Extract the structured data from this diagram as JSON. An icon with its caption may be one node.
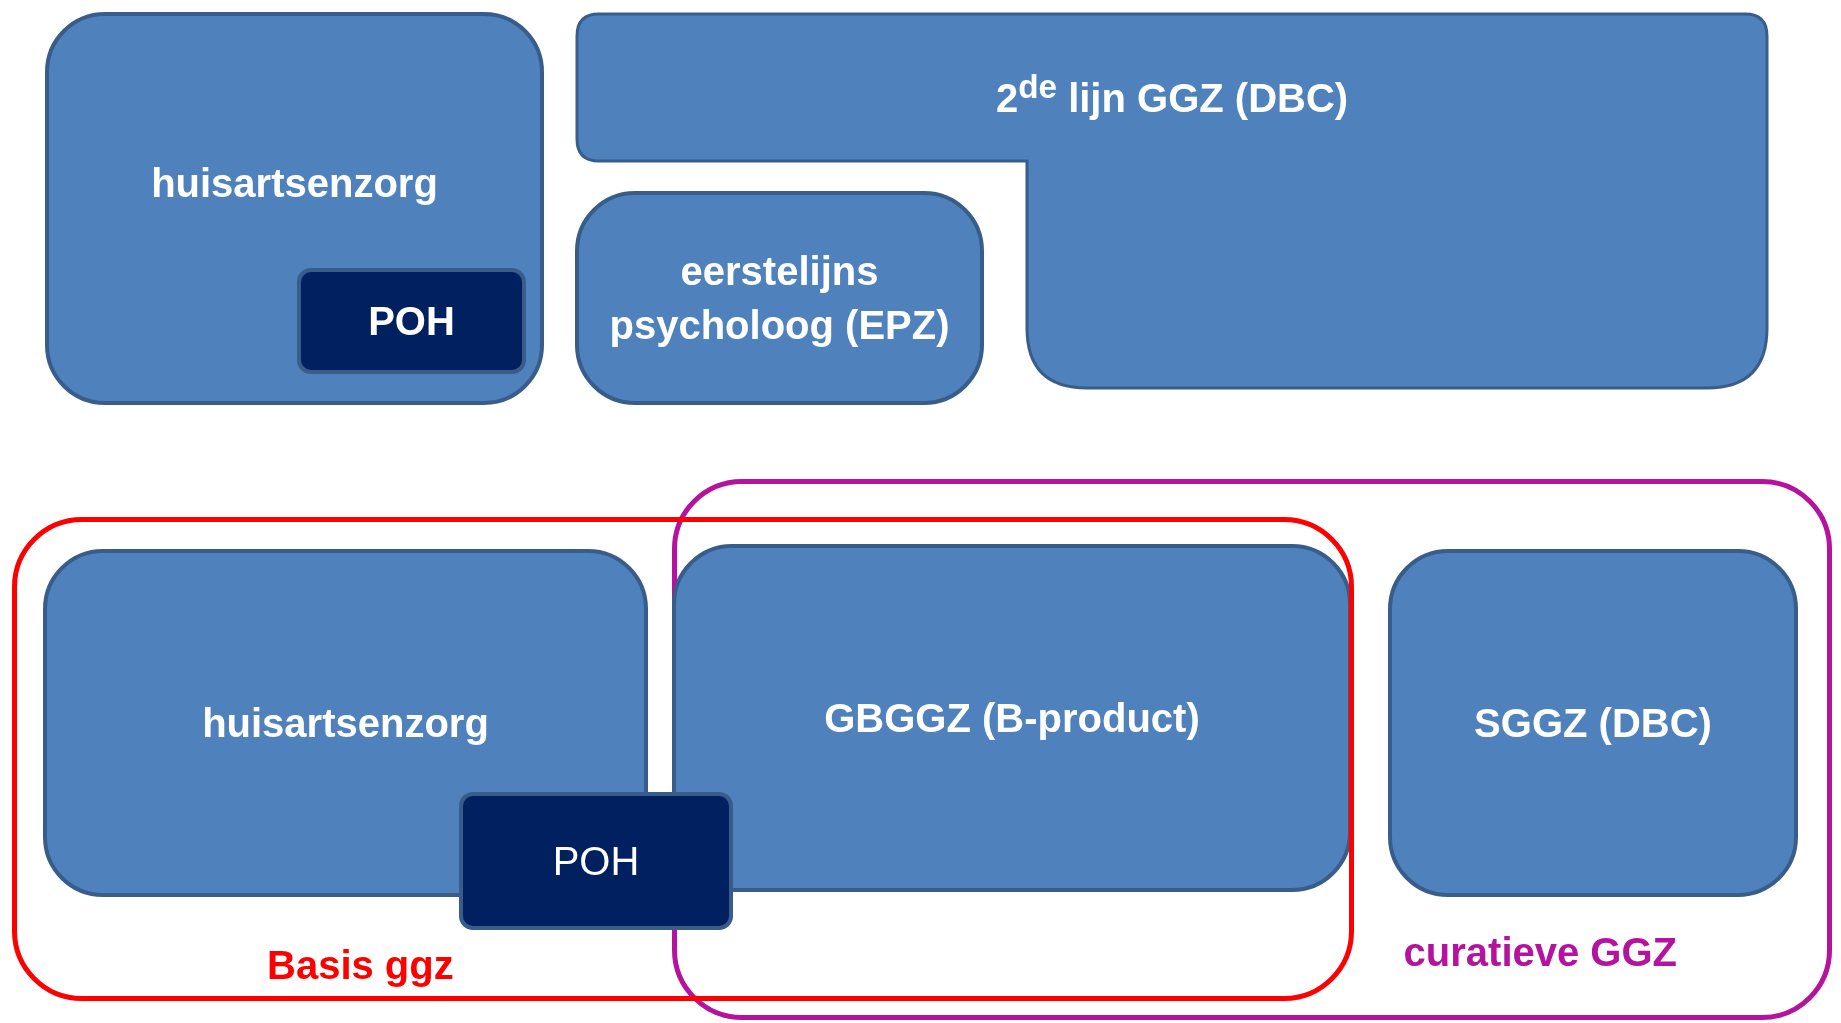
{
  "diagram": {
    "nodes": [
      {
        "text": [
          "huisartsenzorg"
        ]
      },
      {
        "text": [
          "POH"
        ],
        "in": 0
      },
      {
        "text": [
          "2$^{de}$ lijn GGZ (DBC)"
        ]
      },
      {
        "text": [
          "eerstelijns psycholoog (EPZ)"
        ]
      },
      {
        "text": [
          "Basis ggz"
        ]
      },
      {
        "text": [
          "curatieve GGZ"
        ]
      },
      {
        "text": [
          "huisartsenzorg"
        ],
        "in": 4
      },
      {
        "text": [
          "POH"
        ],
        "in": 4
      },
      {
        "text": [
          "GBGGZ (B-product)"
        ]
      },
      {
        "text": [
          "SGGZ (DBC)"
        ],
        "in": 5
      }
    ],
    "edges": []
  }
}
